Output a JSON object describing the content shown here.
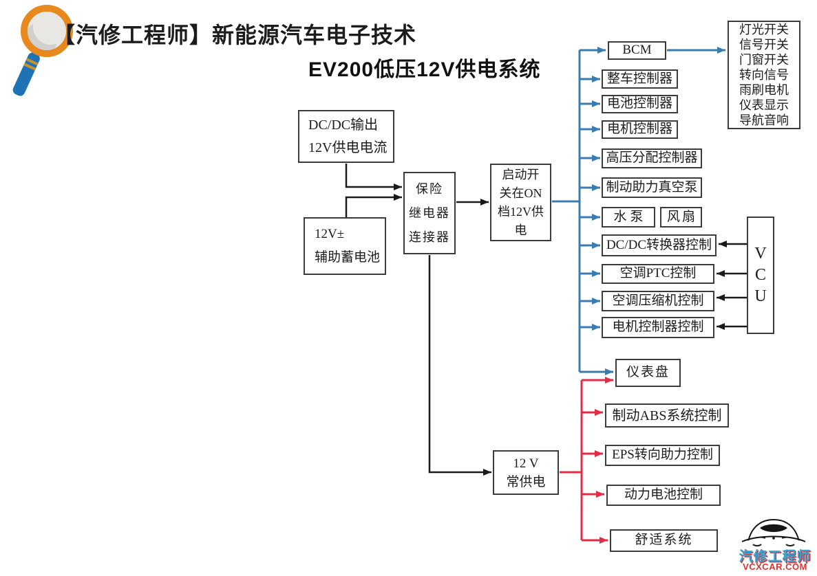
{
  "header": {
    "title": "【汽修工程师】新能源汽车电子技术",
    "subtitle": "EV200低压12V供电系统"
  },
  "nodes": {
    "dcdc_output": "DC/DC输出\n12V供电电流",
    "aux_battery": "12V±\n辅助蓄电池",
    "fuse_relay": "保险\n继电器\n连接器",
    "ign_on_supply": "启动开\n关在ON\n档12V供\n电",
    "bcm": "BCM",
    "vehicle_controller": "整车控制器",
    "battery_controller": "电池控制器",
    "motor_controller": "电机控制器",
    "hv_distribution_controller": "高压分配控制器",
    "brake_vacuum_pump": "制动助力真空泵",
    "water_pump": "水泵",
    "fan": "风扇",
    "dcdc_converter_control": "DC/DC转换器控制",
    "ac_ptc_control": "空调PTC控制",
    "ac_compressor_control": "空调压缩机控制",
    "motor_controller_control": "电机控制器控制",
    "vcu": "V\nC\nU",
    "bcm_loads": "灯光开关\n信号开关\n门窗开关\n转向信号\n雨刷电机\n仪表显示\n导航音响",
    "dashboard": "仪表盘",
    "abs_control": "制动ABS系统控制",
    "eps_control": "EPS转向助力控制",
    "power_battery_control": "动力电池控制",
    "comfort_system": "舒适系统",
    "constant_12v_supply": "12 V\n常供电"
  },
  "watermark": {
    "brand": "汽修工程师",
    "site": "VCXCAR.COM"
  },
  "colors": {
    "line_blue": "#387CB1",
    "line_red": "#E42B46",
    "line_black": "#1A1A1A",
    "logo_orange": "#E8891D",
    "logo_handle_blue": "#1F73B4",
    "logo_band_gold": "#C8922F",
    "brand_blue": "#2FA8DC",
    "brand_red": "#E03131",
    "box_border": "#3B3B3B"
  }
}
